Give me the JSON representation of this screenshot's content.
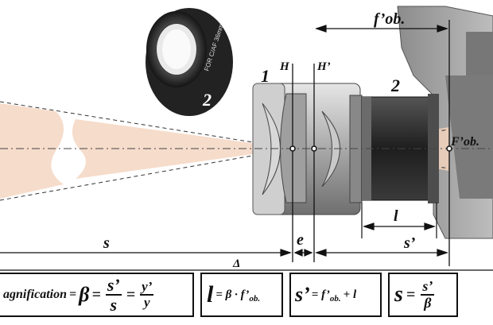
{
  "labels": {
    "f_ob": "f’ob.",
    "H": "H",
    "H_prime": "H’",
    "num_1": "1",
    "num_2_ring": "2",
    "num_2_tube": "2",
    "F_ob": "F’ob.",
    "l": "l",
    "s": "s",
    "e": "e",
    "s_prime": "s’",
    "delta": "Δ",
    "ring_text": "FOR C/AF 36mm"
  },
  "formulas": {
    "magnification": {
      "label": "agnification",
      "equals1": "=",
      "beta": "β",
      "equals2": "=",
      "frac1_num": "s’",
      "frac1_den": "s",
      "equals3": "=",
      "frac2_num": "y’",
      "frac2_den": "y"
    },
    "extension": {
      "lhs": "l",
      "rhs": "= β · f’",
      "rhs_sub": "ob."
    },
    "image_distance": {
      "lhs": "s’",
      "rhs": "= f’",
      "rhs_sub": "ob.",
      "rhs_tail": "+ l"
    },
    "object_distance": {
      "lhs": "s",
      "equals": "=",
      "num": "s’",
      "den": "β"
    }
  },
  "colors": {
    "light_cone": "#f6dccb",
    "lens_metal": "#b8b8b8",
    "tube_dark": "#2a2a2a",
    "camera_body": "#9a9a9a"
  }
}
